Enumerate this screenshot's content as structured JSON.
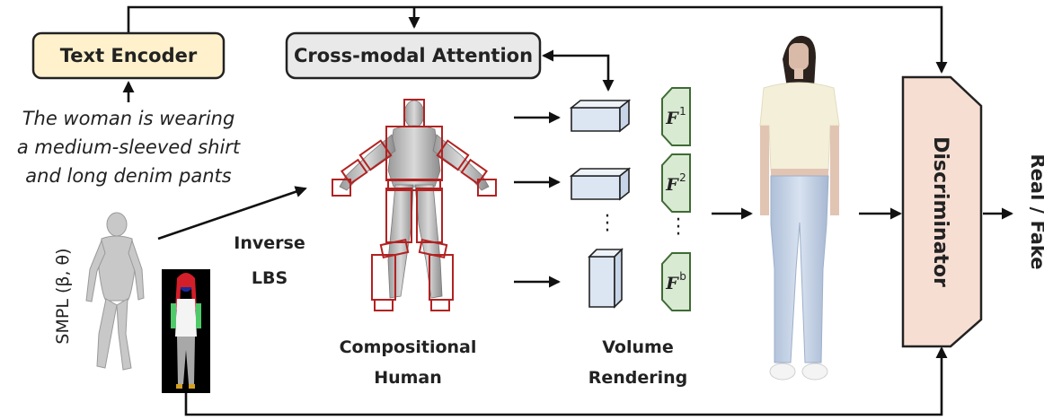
{
  "text_encoder": {
    "label": "Text Encoder",
    "fill": "#FFF1CC"
  },
  "cross_modal_attention": {
    "label": "Cross-modal Attention",
    "fill": "#E9E9E9"
  },
  "prompt_lines": [
    "The woman is wearing",
    "a medium-sleeved shirt",
    "and long denim pants"
  ],
  "smpl_label": "SMPL (β, θ)",
  "inverse_lbs": [
    "Inverse",
    "LBS"
  ],
  "compositional_human": [
    "Compositional",
    "Human"
  ],
  "volume_rendering": [
    "Volume",
    "Rendering"
  ],
  "features": [
    {
      "symbol": "F",
      "sup": "1"
    },
    {
      "symbol": "F",
      "sup": "2"
    },
    {
      "symbol": "F",
      "sup": "b"
    }
  ],
  "discriminator": {
    "label": "Discriminator",
    "fill": "#F7DED3"
  },
  "output_label": "Real / Fake",
  "colors": {
    "volume_block": "#DCE6F2",
    "feature_fill": "#D9EAD3",
    "feature_stroke": "#3E6B34",
    "part_box": "#B22222"
  }
}
